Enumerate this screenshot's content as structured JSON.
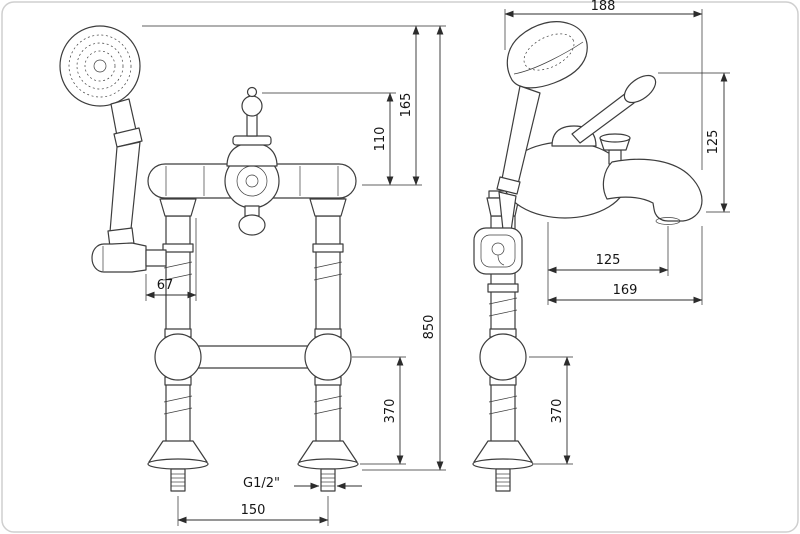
{
  "dimensions": {
    "overall_depth": "188",
    "top_to_spout_height": "165",
    "finial_to_spout_height": "110",
    "handle_to_spout_height": "125",
    "body_to_outlet_offset": "125",
    "body_to_spout_tip": "169",
    "overall_height": "850",
    "hose_elbow_offset": "67",
    "front_riser_lower_section": "370",
    "side_riser_lower_section": "370",
    "connection_thread": "G1/2\"",
    "riser_spacing": "150"
  }
}
